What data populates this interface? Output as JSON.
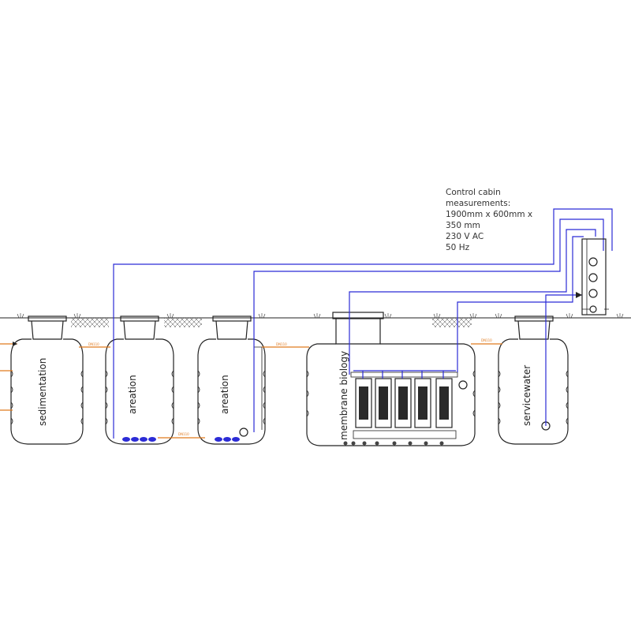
{
  "note": {
    "lines": [
      "Control cabin",
      "measurements:",
      "1900mm x 600mm x",
      "350 mm",
      "230 V AC",
      "50 Hz"
    ]
  },
  "tanks": [
    {
      "label": "sedimentation"
    },
    {
      "label": "areation"
    },
    {
      "label": "areation"
    },
    {
      "label": "membrane biology"
    },
    {
      "label": "servicewater"
    }
  ],
  "pipes": [
    {
      "label": "DN110"
    },
    {
      "label": "DN110"
    },
    {
      "label": "DN110"
    },
    {
      "label": "DN110"
    }
  ],
  "colors": {
    "air_lines": "#2b2bd6",
    "water_pipes": "#e07a1f",
    "outline": "#222222"
  }
}
